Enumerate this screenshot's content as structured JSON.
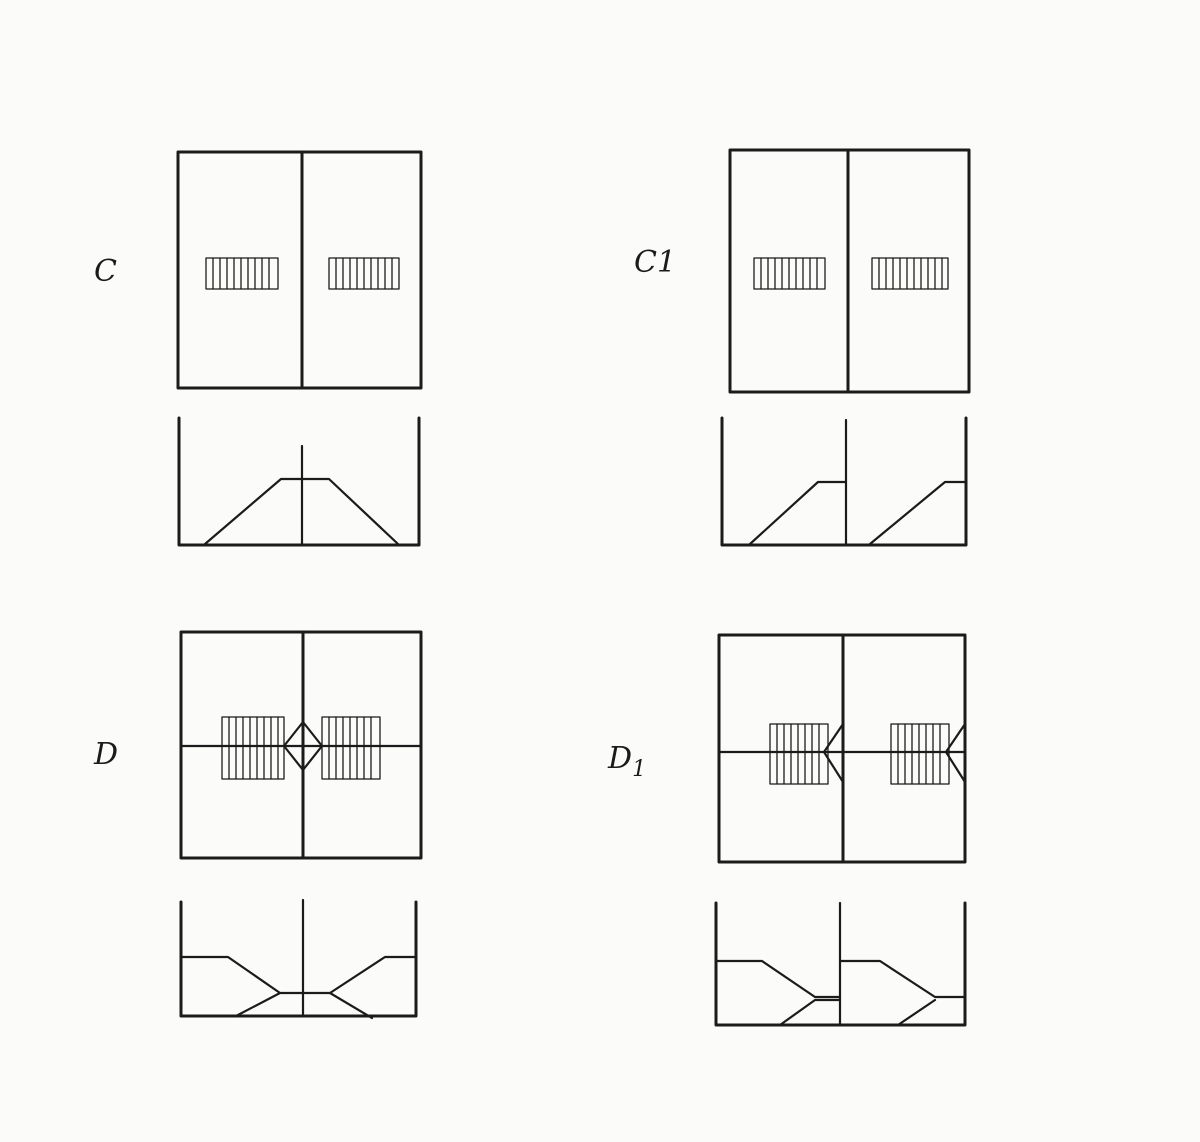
{
  "diagram": {
    "labels": {
      "c": "C",
      "c1": "C1",
      "d": "D",
      "d1_main": "D",
      "d1_sub": "1"
    }
  }
}
